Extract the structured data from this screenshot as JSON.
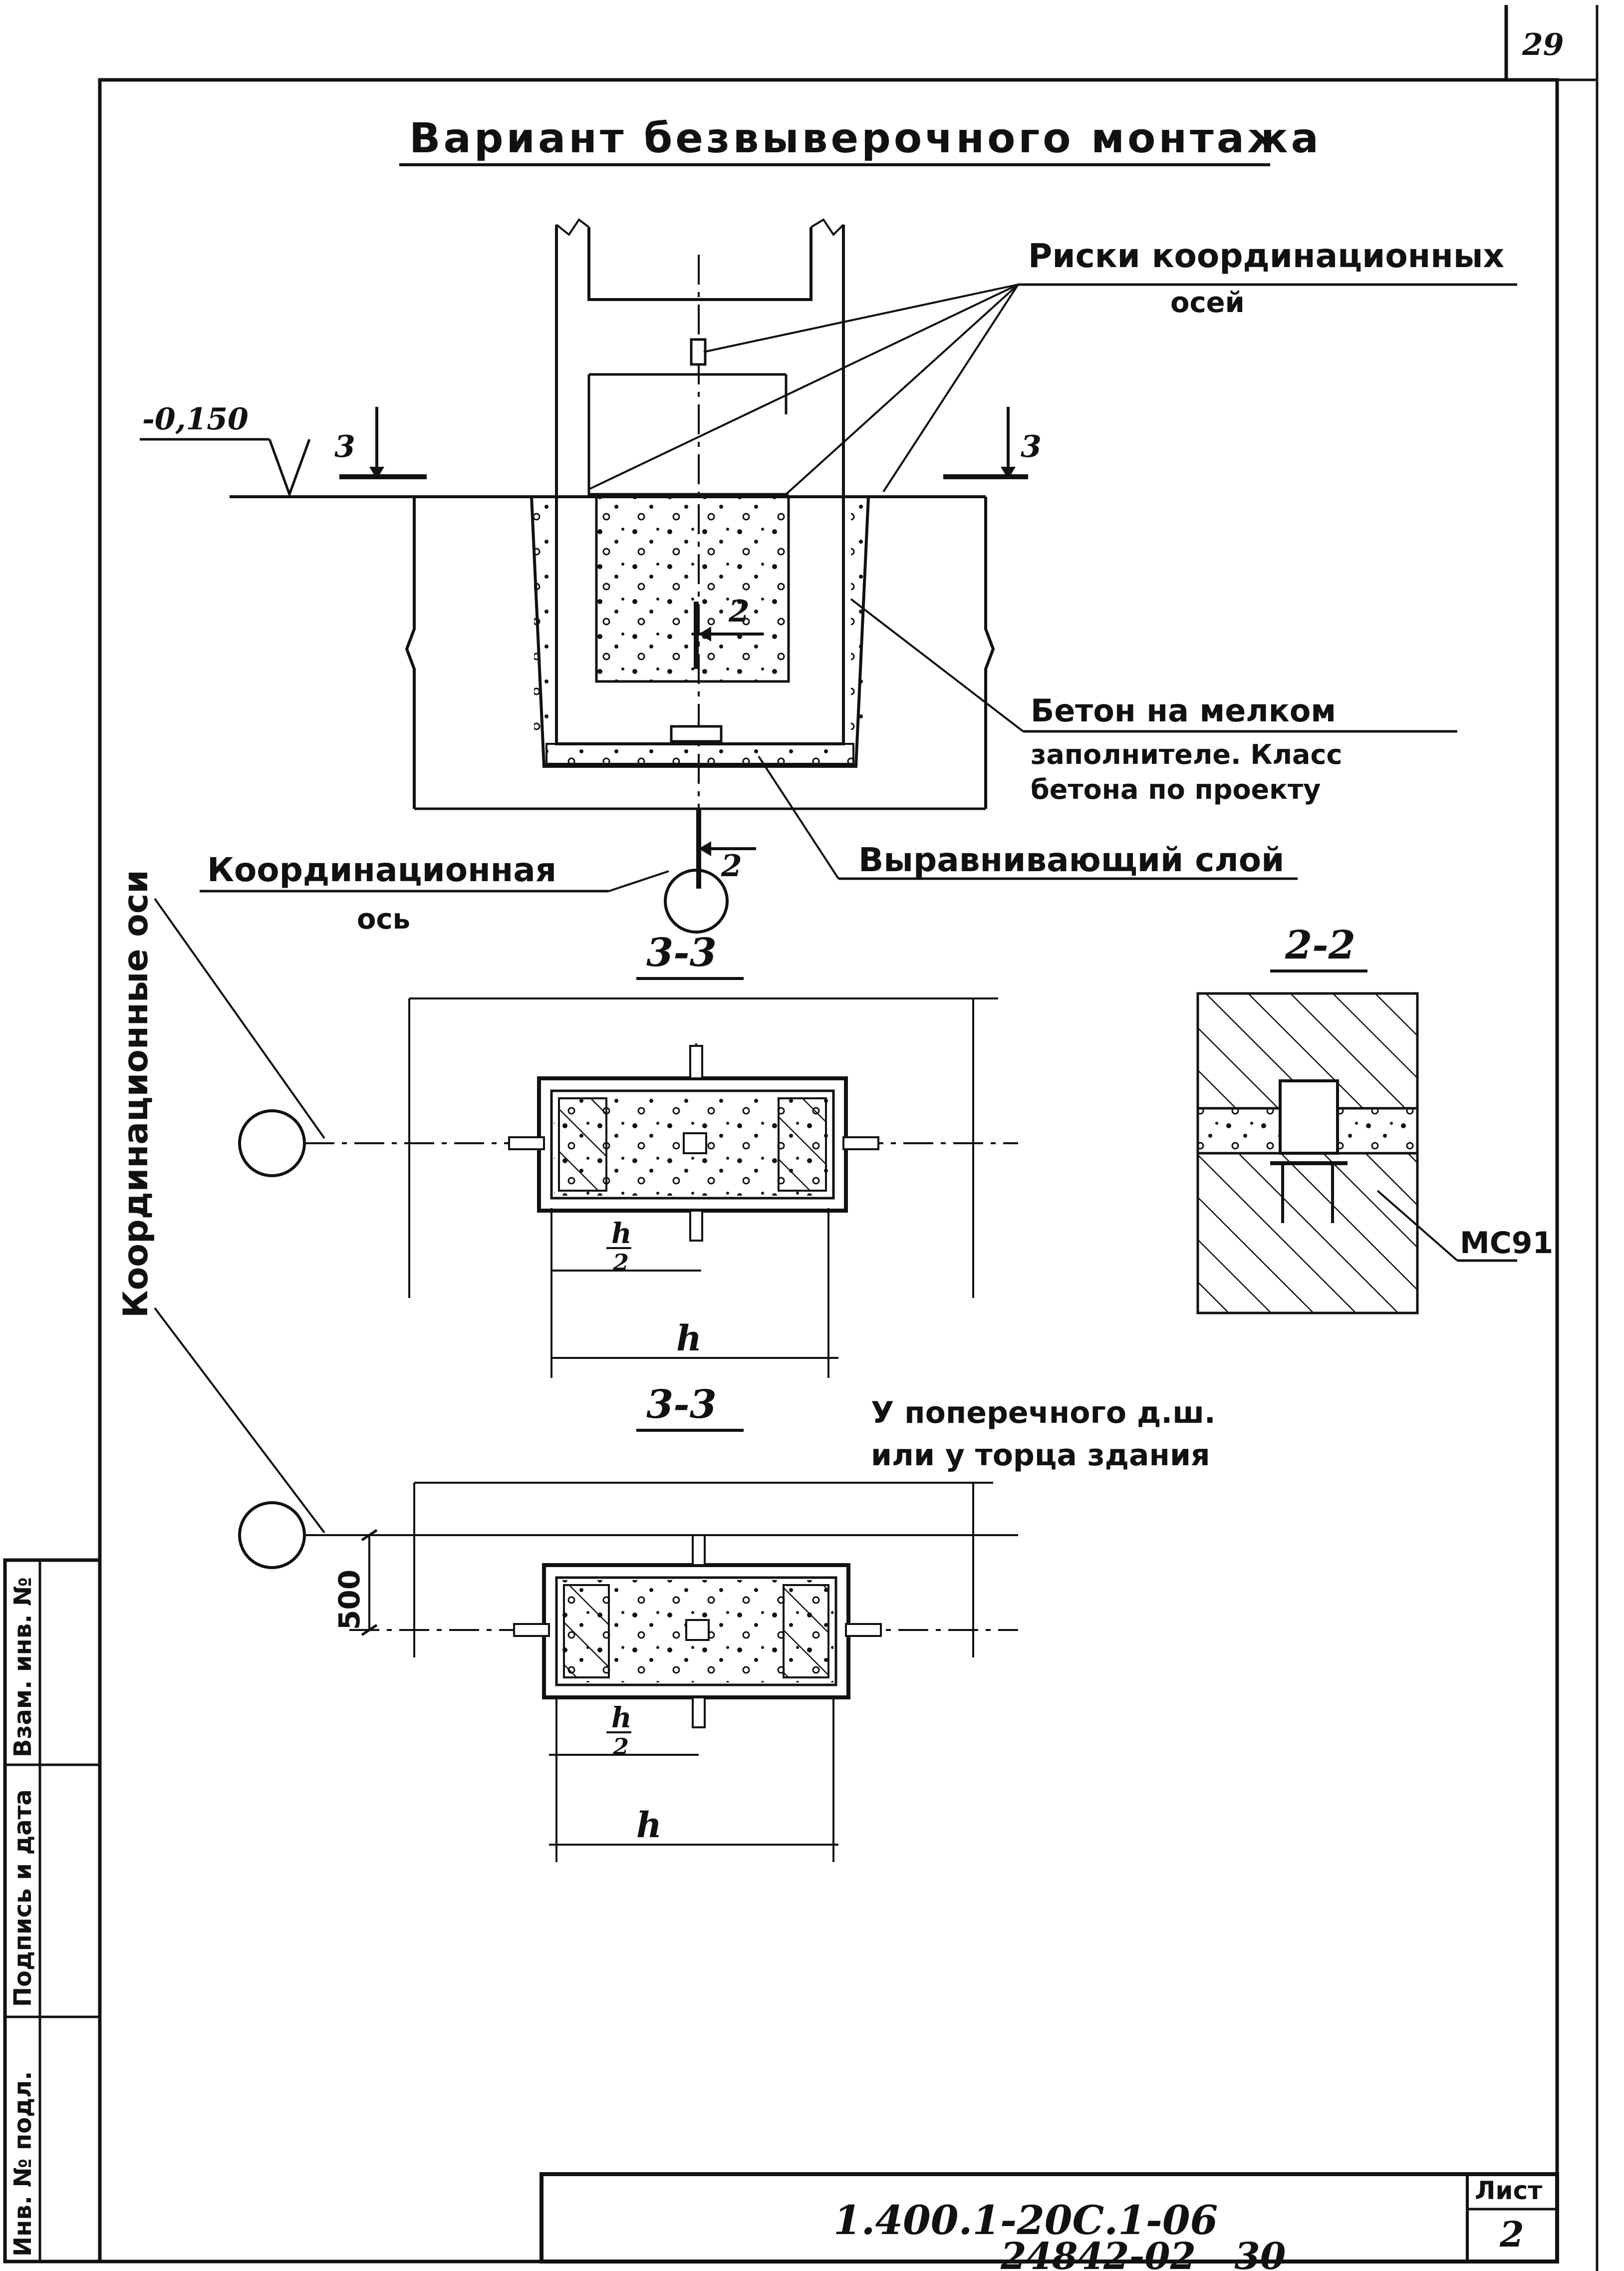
{
  "page_number": "29",
  "title": "Вариант безвыверочного монтажа",
  "callouts": {
    "risks": [
      "Риски координационных",
      "осей"
    ],
    "level": "-0,150",
    "concrete": [
      "Бетон на мелком",
      "заполнителе. Класс",
      "бетона по проекту"
    ],
    "coord_axis": [
      "Координационная",
      "ось"
    ],
    "leveling_layer": "Выравнивающий слой",
    "coord_axes_vertical": "Координационные оси",
    "transverse": [
      "У поперечного д.ш.",
      "или у торца здания"
    ],
    "mark": "МС91"
  },
  "section_marks": {
    "s3": "3",
    "s2": "2",
    "section_3_3": "3-3",
    "section_2_2": "2-2"
  },
  "dims": {
    "h": "h",
    "h_half_num": "h",
    "h_half_den": "2",
    "d500": "500"
  },
  "side_stamp": [
    "Инв. № подл.",
    "Подпись и дата",
    "Взам. инв. №"
  ],
  "title_block": {
    "code": "1.400.1-20С.1-06",
    "sheet_label": "Лист",
    "sheet_no": "2"
  },
  "footer_code": "24842-02   30"
}
